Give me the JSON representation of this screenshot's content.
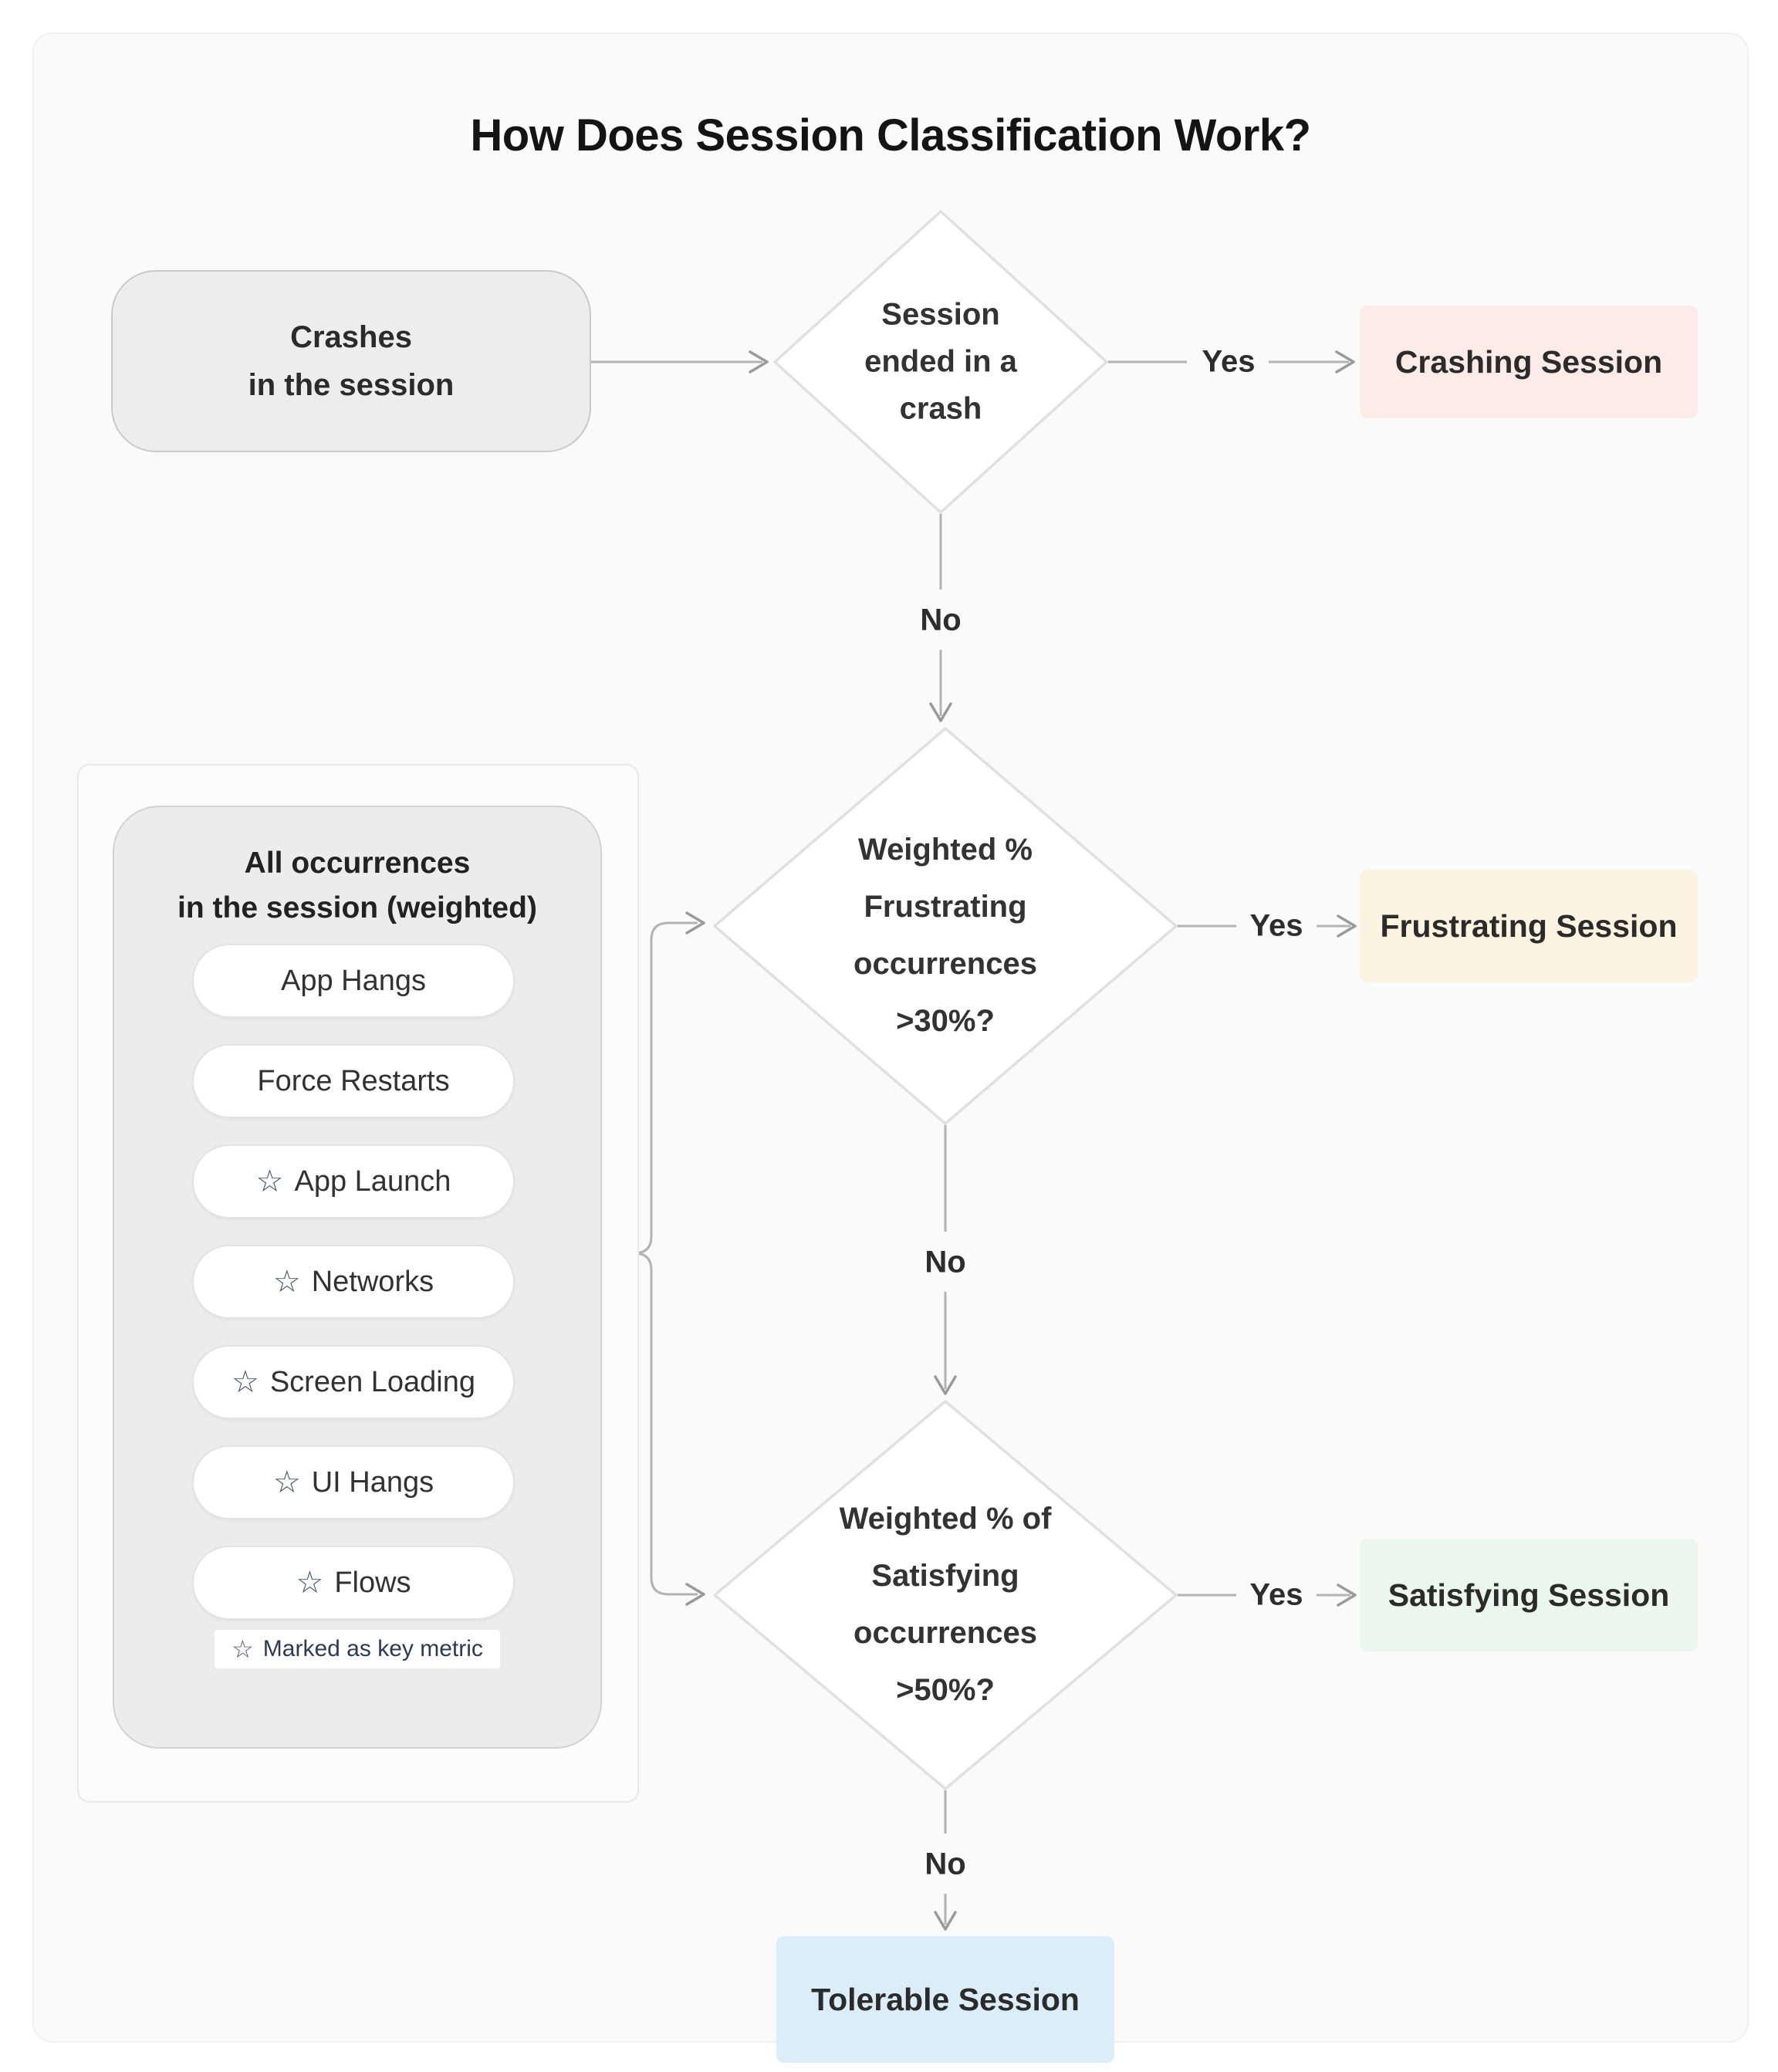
{
  "title": "How Does Session Classification Work?",
  "labels": {
    "yes": "Yes",
    "no": "No"
  },
  "source_node": {
    "line1": "Crashes",
    "line2": "in the session"
  },
  "decisions": {
    "crash": {
      "line1": "Session",
      "line2": "ended in a",
      "line3": "crash"
    },
    "frustrating": {
      "line1": "Weighted %",
      "line2": "Frustrating",
      "line3": "occurrences",
      "line4": ">30%?"
    },
    "satisfying": {
      "line1": "Weighted % of",
      "line2": "Satisfying",
      "line3": "occurrences",
      "line4": ">50%?"
    }
  },
  "results": {
    "crashing": {
      "label": "Crashing Session",
      "bg": "#fcebe6"
    },
    "frustrating": {
      "label": "Frustrating Session",
      "bg": "#fdf3e1"
    },
    "satisfying": {
      "label": "Satisfying Session",
      "bg": "#ecf6f0"
    },
    "tolerable": {
      "label": "Tolerable Session",
      "bg": "#dbedf9"
    }
  },
  "panel": {
    "header_line1": "All occurrences",
    "header_line2": "in the session (weighted)",
    "star_glyph": "☆",
    "items": [
      {
        "label": "App Hangs",
        "starred": false
      },
      {
        "label": "Force Restarts",
        "starred": false
      },
      {
        "label": "App Launch",
        "starred": true
      },
      {
        "label": "Networks",
        "starred": true
      },
      {
        "label": "Screen Loading",
        "starred": true
      },
      {
        "label": "UI Hangs",
        "starred": true
      },
      {
        "label": "Flows",
        "starred": true
      }
    ],
    "legend": {
      "label": "Marked as key metric"
    }
  }
}
